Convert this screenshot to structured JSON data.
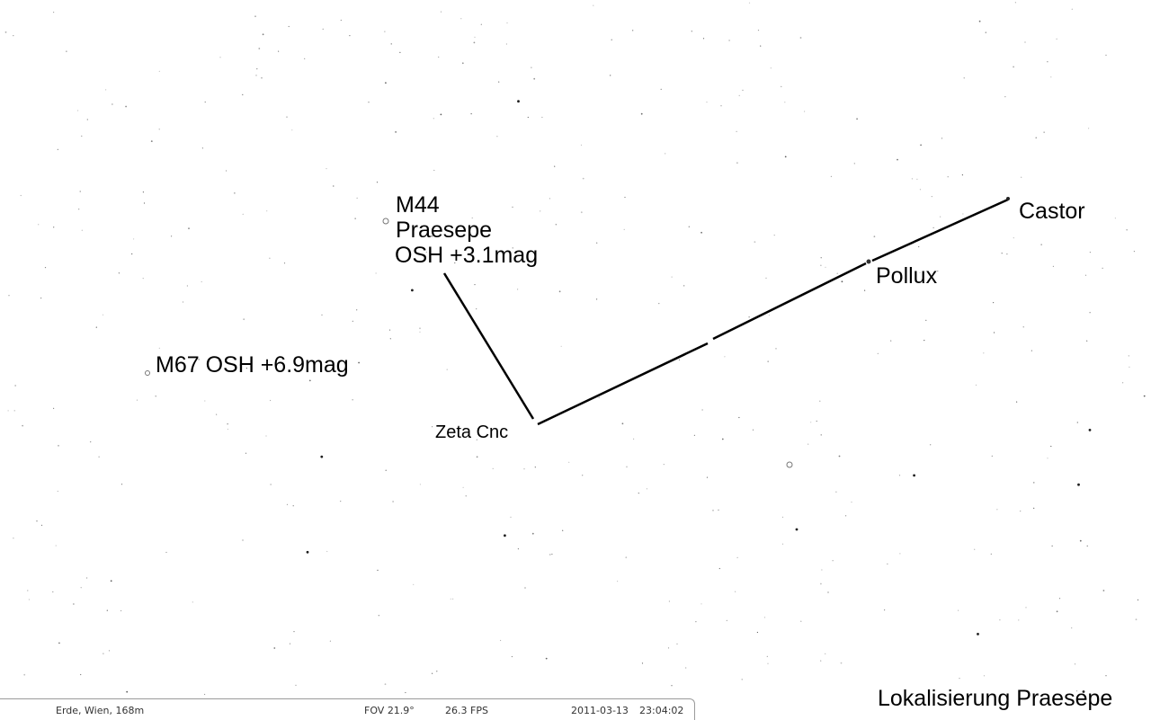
{
  "objects": {
    "m44": {
      "line1": "M44",
      "line2": "Praesepe",
      "line3": "OSH +3.1mag"
    },
    "m67": "M67 OSH +6.9mag",
    "zeta": "Zeta Cnc",
    "pollux": "Pollux",
    "castor": "Castor"
  },
  "caption": "Lokalisierung Praesepe",
  "status": {
    "location": "Erde, Wien, 168m",
    "fov": "FOV 21.9°",
    "fps": "26.3 FPS",
    "date": "2011-03-13",
    "time": "23:04:02"
  },
  "colors": {
    "background": "#ffffff",
    "lines": "#000000",
    "stars": "#222222"
  }
}
